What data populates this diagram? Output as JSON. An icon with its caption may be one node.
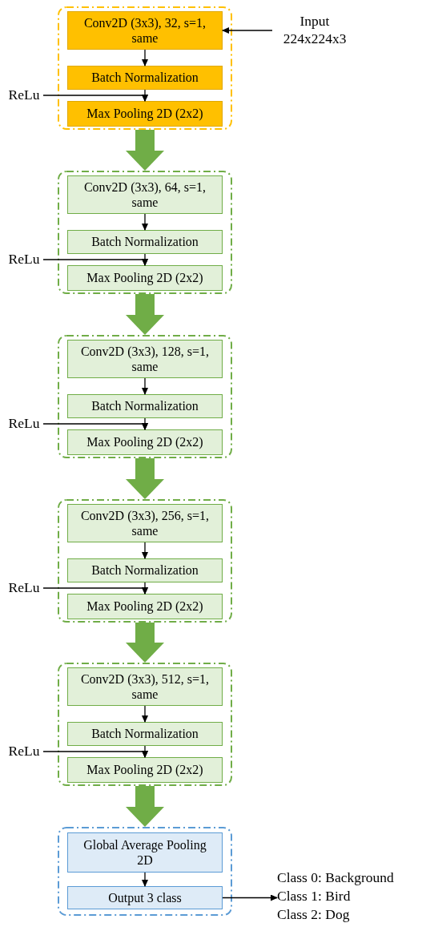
{
  "diagram": {
    "nodes": [
      {
        "text": [],
        "shape": "box"
      },
      {
        "text": [
          "Conv2D (3x3), 32, s=1, same"
        ],
        "in": 0
      },
      {
        "text": [
          "Batch Normalization"
        ],
        "in": 0
      },
      {
        "text": [
          "Max Pooling 2D (2x2)"
        ],
        "in": 0
      },
      {
        "text": [
          "Input 224x224x3"
        ]
      },
      {
        "text": [
          "ReLu"
        ]
      },
      {
        "text": [],
        "shape": "box"
      },
      {
        "text": [
          "Conv2D (3x3), 64, s=1, same"
        ],
        "in": 6
      },
      {
        "text": [
          "Batch Normalization"
        ],
        "in": 6
      },
      {
        "text": [
          "Max Pooling 2D (2x2)"
        ],
        "in": 6
      },
      {
        "text": [
          "ReLu"
        ]
      },
      {
        "text": [],
        "shape": "box"
      },
      {
        "text": [
          "Conv2D (3x3), 128, s=1, same"
        ],
        "in": 11
      },
      {
        "text": [
          "Batch Normalization"
        ],
        "in": 11
      },
      {
        "text": [
          "Max Pooling 2D (2x2)"
        ],
        "in": 11
      },
      {
        "text": [
          "ReLu"
        ]
      },
      {
        "text": [],
        "shape": "box"
      },
      {
        "text": [
          "Conv2D (3x3), 256, s=1, same"
        ],
        "in": 16
      },
      {
        "text": [
          "Batch Normalization"
        ],
        "in": 16
      },
      {
        "text": [
          "Max Pooling 2D (2x2)"
        ],
        "in": 16
      },
      {
        "text": [
          "ReLu"
        ]
      },
      {
        "text": [],
        "shape": "box"
      },
      {
        "text": [
          "Conv2D (3x3), 512, s=1, same"
        ],
        "in": 21
      },
      {
        "text": [
          "Batch Normalization"
        ],
        "in": 21
      },
      {
        "text": [
          "Max Pooling 2D (2x2)"
        ],
        "in": 21
      },
      {
        "text": [
          "ReLu"
        ]
      },
      {
        "text": [],
        "shape": "box"
      },
      {
        "text": [
          "Global Average Pooling 2D"
        ],
        "in": 26
      },
      {
        "text": [
          "Output 3 class"
        ],
        "in": 26
      },
      {
        "text": [
          "Class 0: Background",
          "Class 1: Bird",
          "Class 2: Dog"
        ]
      }
    ],
    "edges": [
      {
        "from": 4,
        "to": 1,
        "arrow": "to"
      },
      {
        "from": 1,
        "to": 2,
        "arrow": "to"
      },
      {
        "from": 2,
        "to": 3,
        "arrow": "to"
      },
      {
        "from": 5,
        "to": 3,
        "arrow": "to"
      },
      {
        "from": 0,
        "to": 6,
        "arrow": "to",
        "style": "thick",
        "color": "#70ad47"
      },
      {
        "from": 7,
        "to": 8,
        "arrow": "to"
      },
      {
        "from": 8,
        "to": 9,
        "arrow": "to"
      },
      {
        "from": 10,
        "to": 9,
        "arrow": "to"
      },
      {
        "from": 6,
        "to": 11,
        "arrow": "to",
        "style": "thick",
        "color": "#70ad47"
      },
      {
        "from": 12,
        "to": 13,
        "arrow": "to"
      },
      {
        "from": 13,
        "to": 14,
        "arrow": "to"
      },
      {
        "from": 15,
        "to": 14,
        "arrow": "to"
      },
      {
        "from": 11,
        "to": 16,
        "arrow": "to",
        "style": "thick",
        "color": "#70ad47"
      },
      {
        "from": 17,
        "to": 18,
        "arrow": "to"
      },
      {
        "from": 18,
        "to": 19,
        "arrow": "to"
      },
      {
        "from": 20,
        "to": 19,
        "arrow": "to"
      },
      {
        "from": 16,
        "to": 21,
        "arrow": "to",
        "style": "thick",
        "color": "#70ad47"
      },
      {
        "from": 22,
        "to": 23,
        "arrow": "to"
      },
      {
        "from": 23,
        "to": 24,
        "arrow": "to"
      },
      {
        "from": 25,
        "to": 24,
        "arrow": "to"
      },
      {
        "from": 21,
        "to": 26,
        "arrow": "to",
        "style": "thick",
        "color": "#70ad47"
      },
      {
        "from": 27,
        "to": 28,
        "arrow": "to"
      },
      {
        "from": 28,
        "to": 29,
        "arrow": "to"
      }
    ]
  }
}
